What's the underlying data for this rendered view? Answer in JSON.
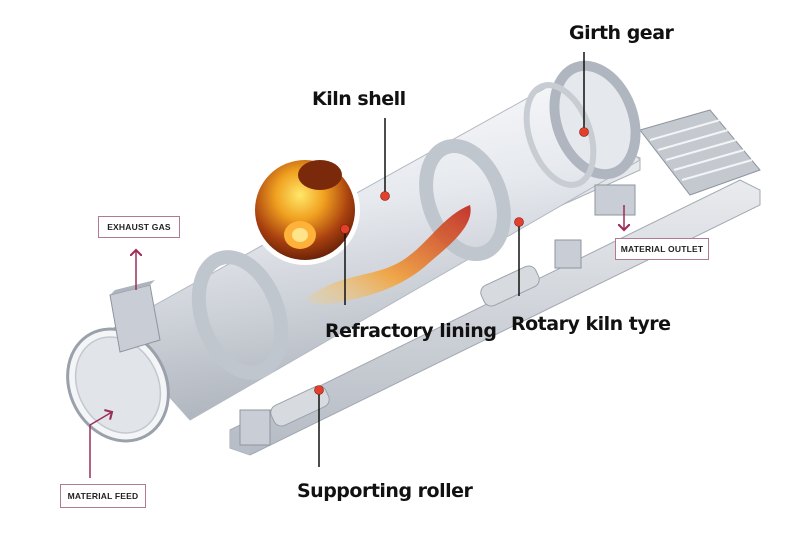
{
  "diagram": {
    "subject": "Rotary kiln",
    "colors": {
      "callout_dot": "#e2402c",
      "leader_line": "#111111",
      "flow_arrow": "#9b2d5a",
      "box_border": "#b07a94",
      "metal_light": "#eef0f3",
      "metal_mid": "#c9ced6",
      "metal_dark": "#9aa1ab",
      "flame_hot": "#f7c84a",
      "flame_core": "#c0221a"
    },
    "labels": {
      "girth_gear": "Girth gear",
      "kiln_shell": "Kiln shell",
      "refractory_lining": "Refractory lining",
      "rotary_kiln_tyre": "Rotary kiln tyre",
      "supporting_roller": "Supporting roller"
    },
    "flow_boxes": {
      "exhaust_gas": "EXHAUST GAS",
      "material_outlet": "MATERIAL OUTLET",
      "material_feed": "MATERIAL FEED"
    }
  }
}
